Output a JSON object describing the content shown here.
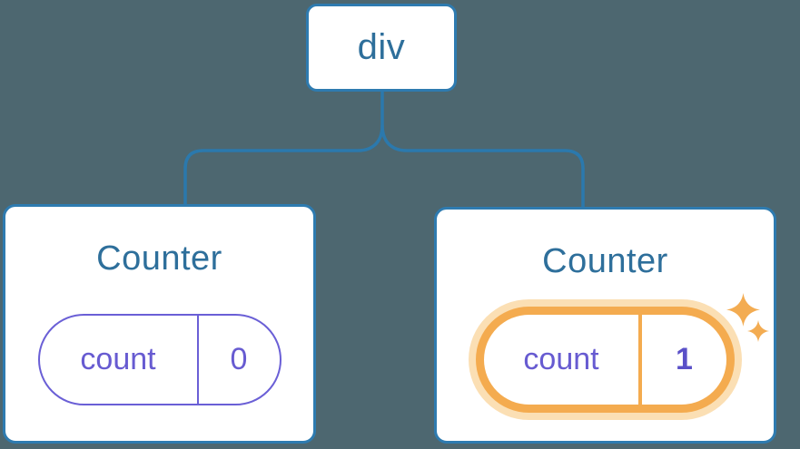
{
  "diagram": {
    "description": "React component tree with state pills",
    "root": {
      "label": "div"
    },
    "children": [
      {
        "title": "Counter",
        "state": {
          "name": "count",
          "value": "0"
        },
        "highlighted": false
      },
      {
        "title": "Counter",
        "state": {
          "name": "count",
          "value": "1"
        },
        "highlighted": true
      }
    ],
    "icons": {
      "sparkles": "sparkles-icon"
    },
    "colors": {
      "background": "#4d6770",
      "node_border": "#2e7bb0",
      "connector_line": "#2b79ad",
      "node_text": "#2e6f9b",
      "state_text": "#675bd1",
      "state_value_bold": "#5a50c8",
      "state_border": "#6a5fd6",
      "highlight_ring": "#f4ab4f",
      "highlight_halo": "#fbdfb4",
      "card_background": "#ffffff"
    }
  }
}
